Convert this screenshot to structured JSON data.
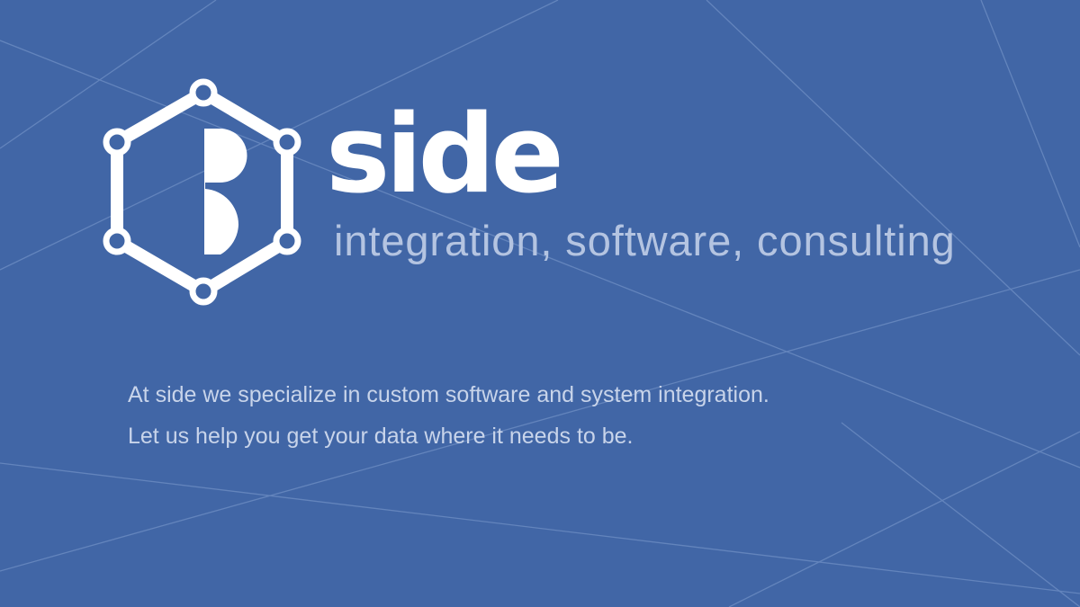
{
  "colors": {
    "background": "#4166a6",
    "brand_text": "#ffffff",
    "tagline_text": "#b4c4e1",
    "body_text": "#c8d4ea",
    "line_color": "#6f8fc4"
  },
  "logo": {
    "icon": "hexagon-network-s-logo-icon"
  },
  "brand": {
    "name": "side",
    "tagline": "integration, software, consulting"
  },
  "intro": {
    "line1": "At side we specialize in custom software and system integration.",
    "line2": "Let us help you get your data where it needs to be."
  }
}
